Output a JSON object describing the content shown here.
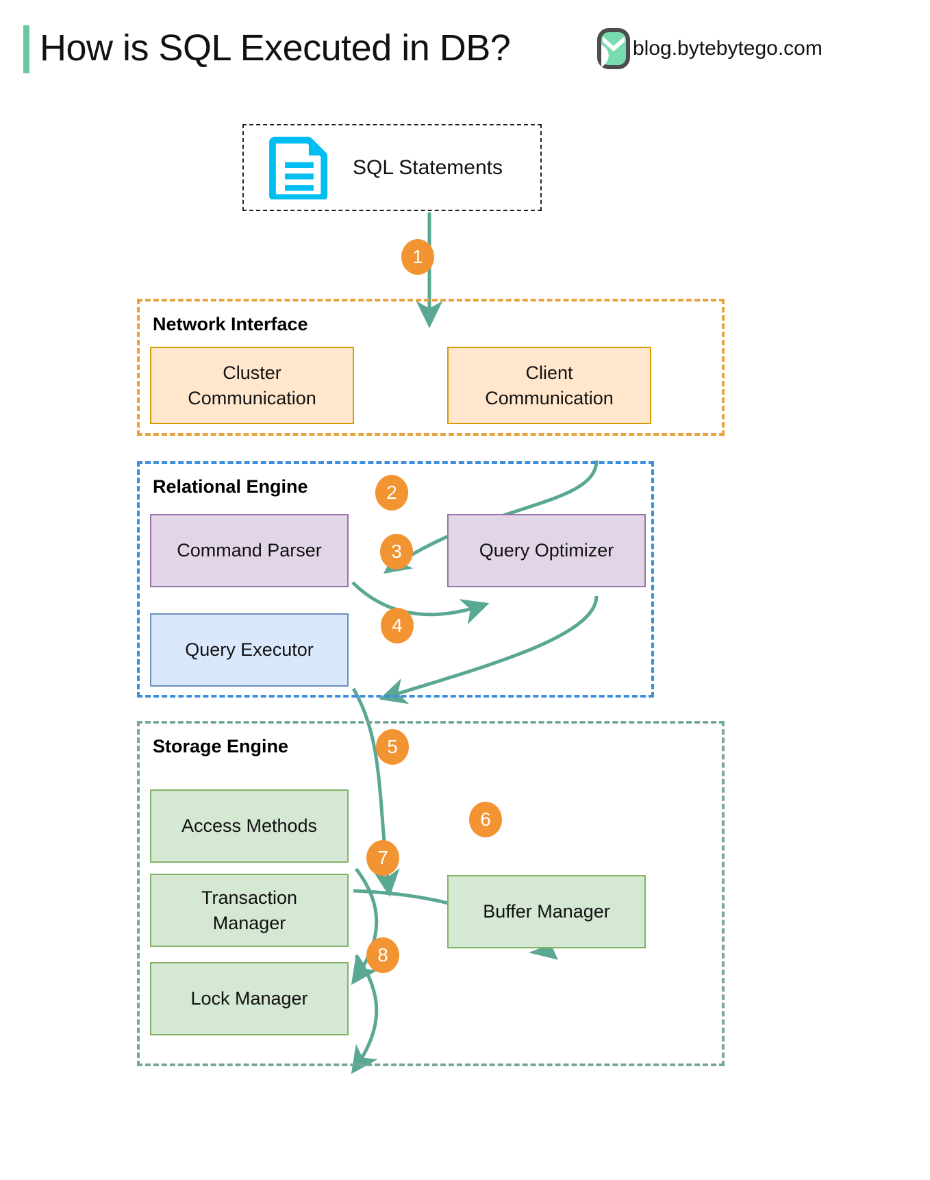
{
  "header": {
    "title": "How is SQL Executed in DB?",
    "brand_text": "blog.bytebytego.com",
    "accent_color": "#6cc6a0"
  },
  "source": {
    "label": "SQL Statements",
    "icon": "document-icon",
    "icon_color": "#00bef2"
  },
  "groups": [
    {
      "id": "network-interface",
      "title": "Network Interface",
      "border_color": "#e8a33d",
      "nodes": [
        {
          "id": "cluster-communication",
          "label": "Cluster\nCommunication",
          "fill": "#ffe6cc",
          "stroke": "#d79b00"
        },
        {
          "id": "client-communication",
          "label": "Client\nCommunication",
          "fill": "#ffe6cc",
          "stroke": "#d79b00"
        }
      ]
    },
    {
      "id": "relational-engine",
      "title": "Relational Engine",
      "border_color": "#3d8fdd",
      "nodes": [
        {
          "id": "command-parser",
          "label": "Command Parser",
          "fill": "#e1d5e7",
          "stroke": "#9673a6"
        },
        {
          "id": "query-optimizer",
          "label": "Query Optimizer",
          "fill": "#e1d5e7",
          "stroke": "#9673a6"
        },
        {
          "id": "query-executor",
          "label": "Query Executor",
          "fill": "#dae8fc",
          "stroke": "#6c8ebf"
        }
      ]
    },
    {
      "id": "storage-engine",
      "title": "Storage Engine",
      "border_color": "#76a89a",
      "nodes": [
        {
          "id": "access-methods",
          "label": "Access Methods",
          "fill": "#d5e8d4",
          "stroke": "#82b366"
        },
        {
          "id": "transaction-manager",
          "label": "Transaction\nManager",
          "fill": "#d5e8d4",
          "stroke": "#82b366"
        },
        {
          "id": "lock-manager",
          "label": "Lock Manager",
          "fill": "#d5e8d4",
          "stroke": "#82b366"
        },
        {
          "id": "buffer-manager",
          "label": "Buffer Manager",
          "fill": "#d5e8d4",
          "stroke": "#82b366"
        }
      ]
    }
  ],
  "steps": [
    {
      "number": "1",
      "from": "sql-statements",
      "to": "network-interface"
    },
    {
      "number": "2",
      "from": "client-communication",
      "to": "command-parser"
    },
    {
      "number": "3",
      "from": "command-parser",
      "to": "query-optimizer"
    },
    {
      "number": "4",
      "from": "query-optimizer",
      "to": "query-executor"
    },
    {
      "number": "5",
      "from": "query-executor",
      "to": "access-methods"
    },
    {
      "number": "6",
      "from": "access-methods",
      "to": "buffer-manager"
    },
    {
      "number": "7",
      "from": "access-methods",
      "to": "transaction-manager"
    },
    {
      "number": "8",
      "from": "transaction-manager",
      "to": "lock-manager"
    }
  ],
  "arrow_color": "#5aa894",
  "badge_color": "#f29432"
}
